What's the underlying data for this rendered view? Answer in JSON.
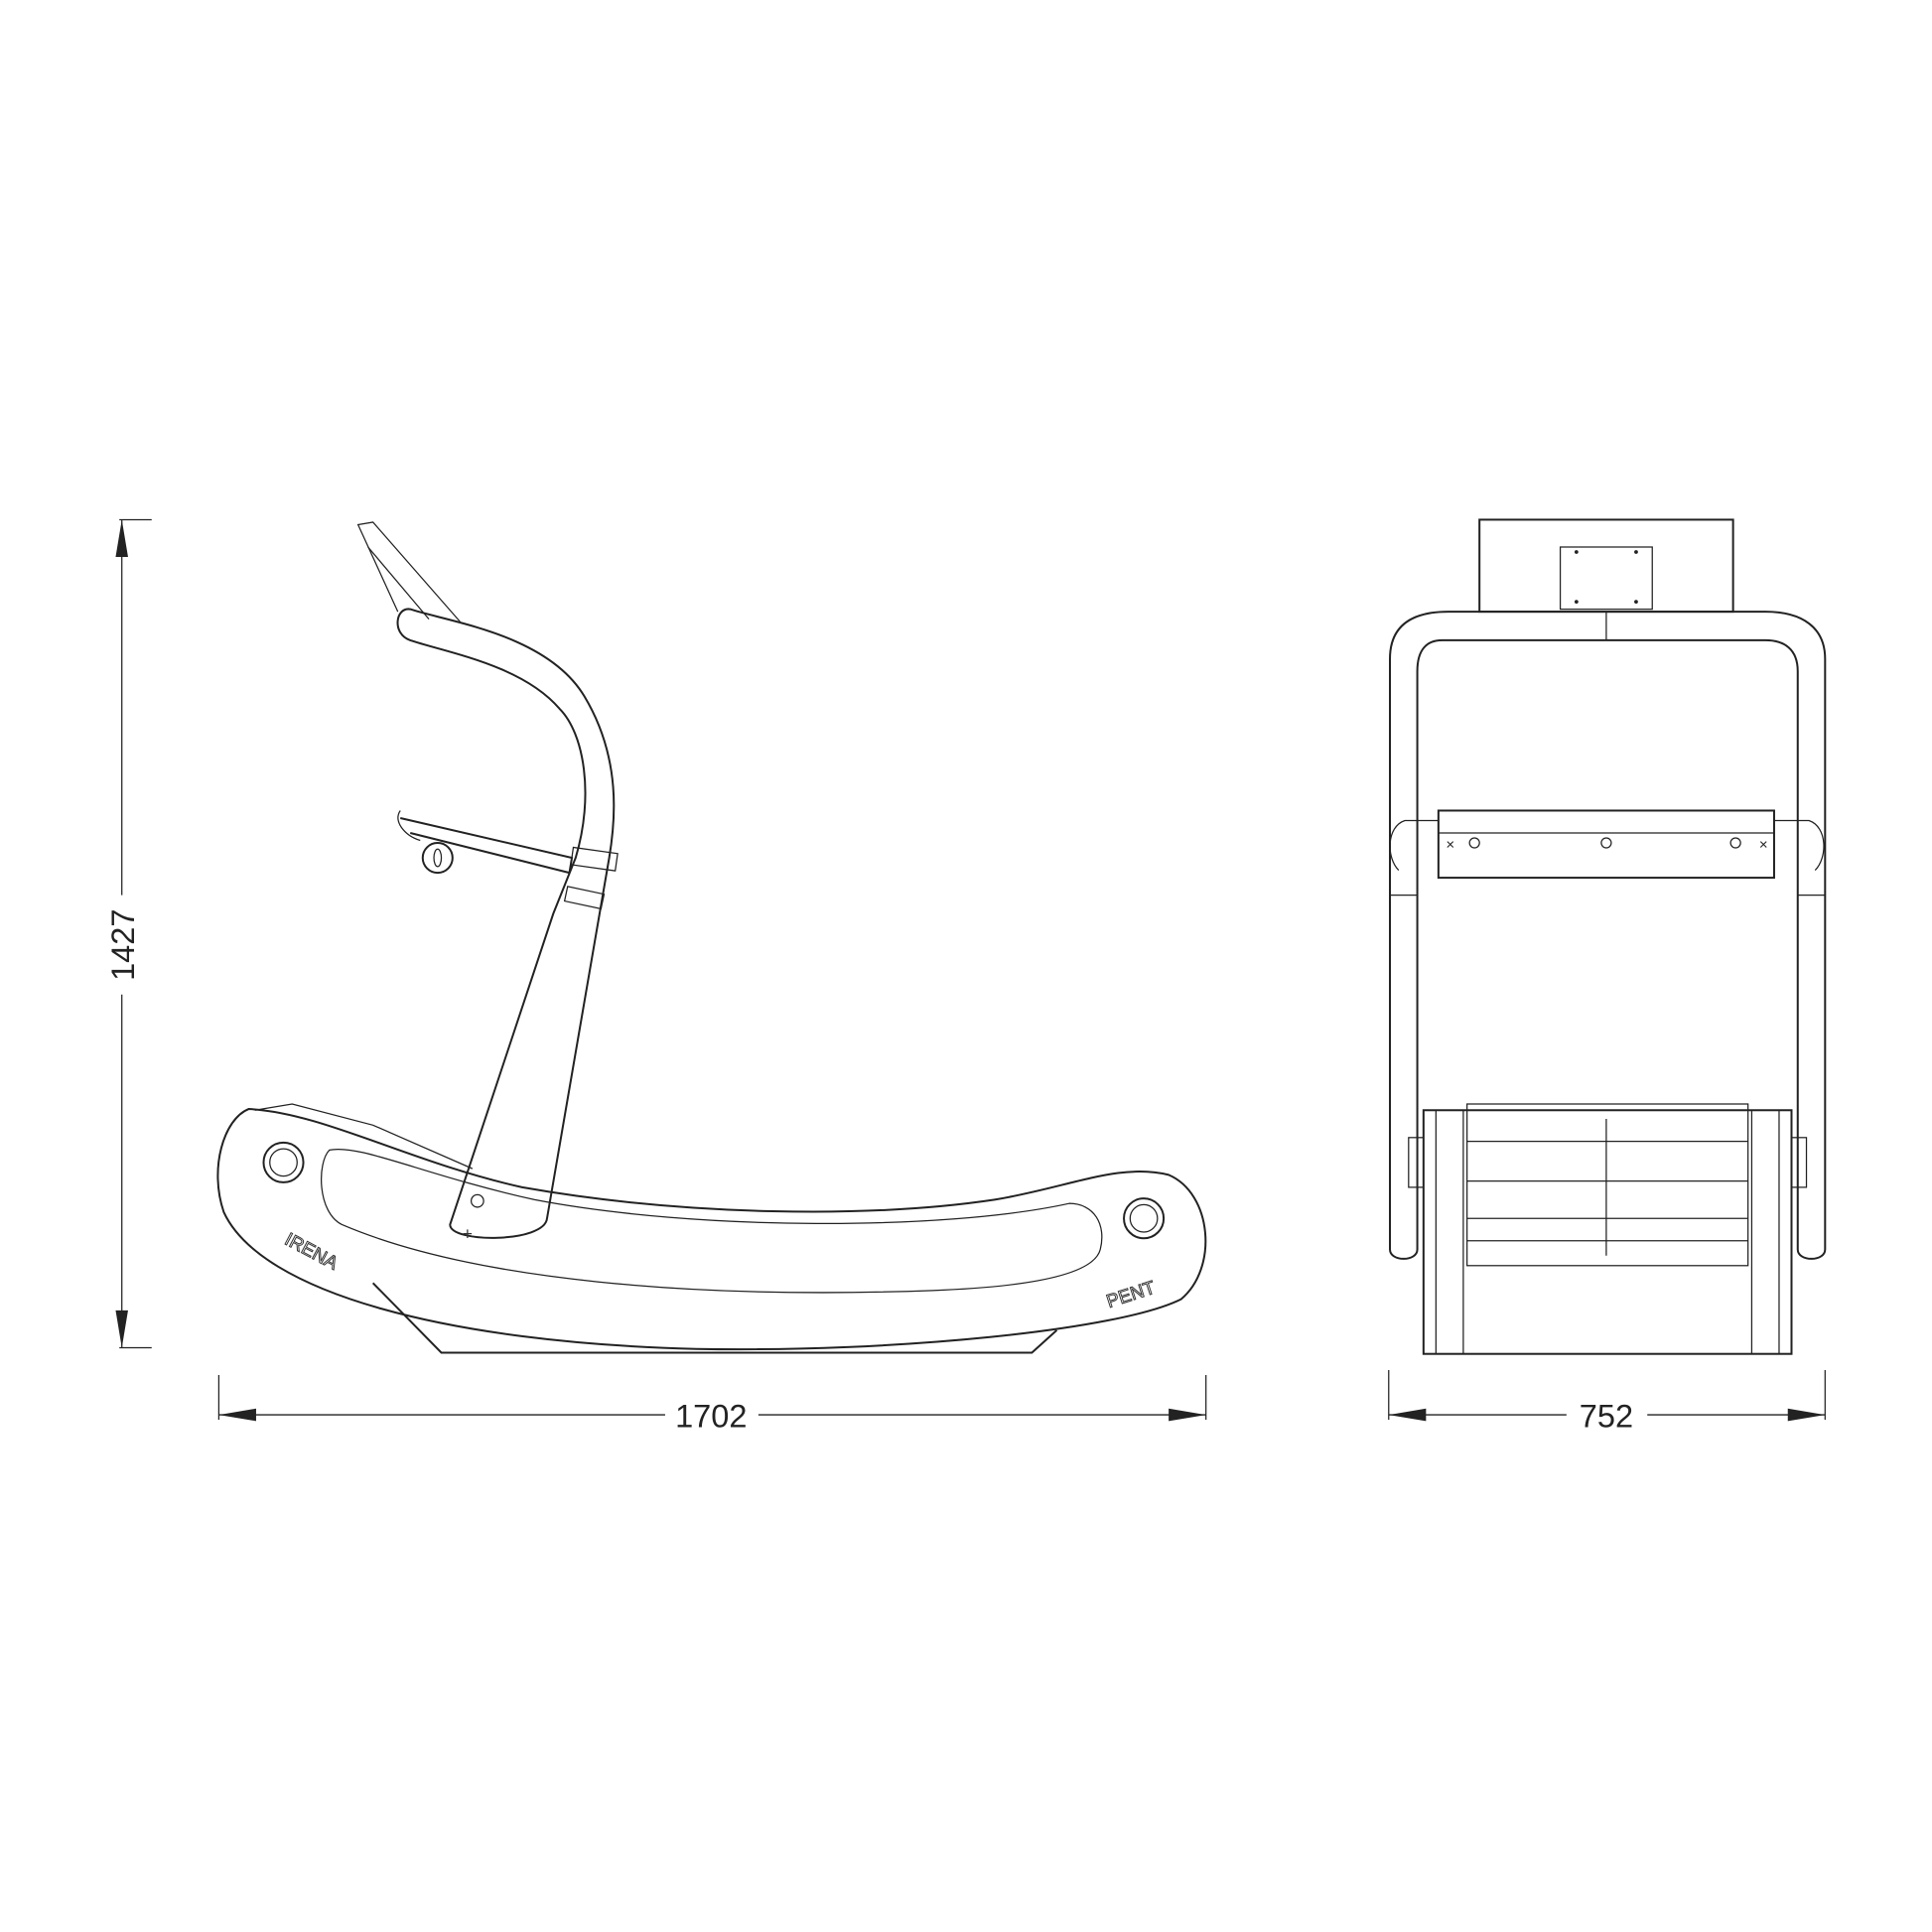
{
  "dimensions": {
    "height": "1427",
    "length": "1702",
    "width": "752"
  },
  "branding": {
    "left": "IRENA",
    "right": "PENT"
  },
  "colors": {
    "line": "#222222",
    "background": "#ffffff"
  }
}
